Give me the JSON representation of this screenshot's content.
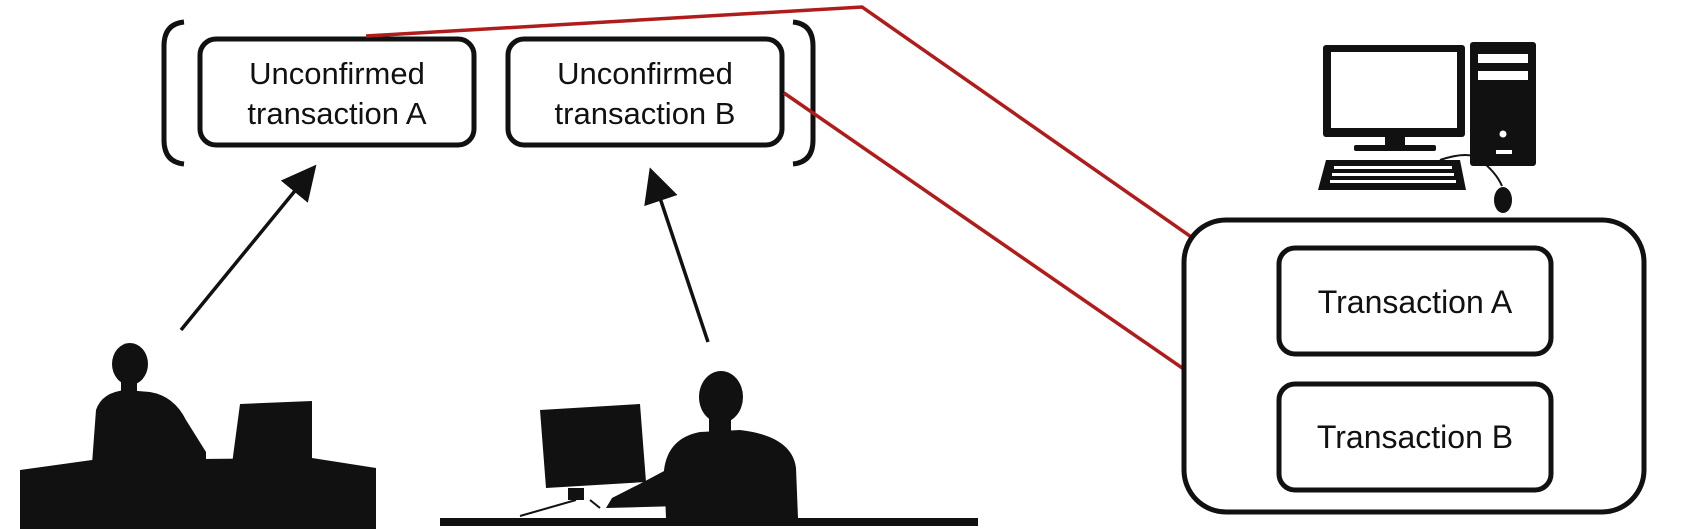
{
  "unconfirmed": {
    "a": {
      "line1": "Unconfirmed",
      "line2": "transaction A"
    },
    "b": {
      "line1": "Unconfirmed",
      "line2": "transaction B"
    }
  },
  "block": {
    "tx_a": "Transaction A",
    "tx_b": "Transaction B"
  },
  "icons": {
    "person_left": "person-with-laptop-icon",
    "person_right": "person-at-desktop-icon",
    "computer": "desktop-computer-icon"
  },
  "colors": {
    "ink": "#111111",
    "red_arrow": "#b01c1c",
    "background": "#ffffff"
  }
}
